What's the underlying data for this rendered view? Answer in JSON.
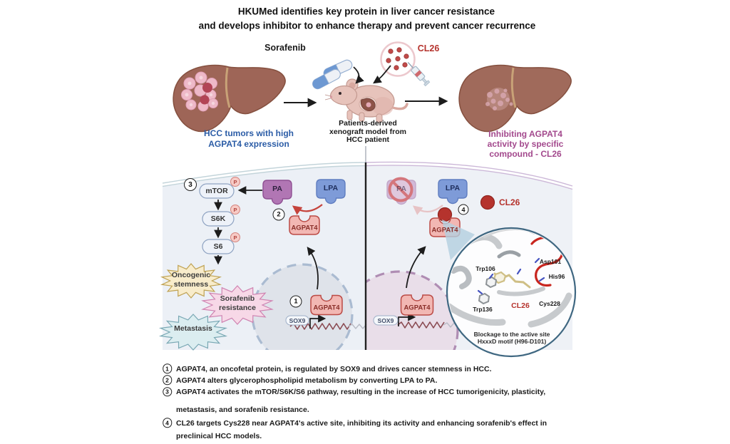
{
  "title": {
    "line1": "HKUMed identifies key protein in liver cancer resistance",
    "line2": "and develops inhibitor to enhance therapy and prevent cancer recurrence"
  },
  "top": {
    "sorafenib": "Sorafenib",
    "cl26": "CL26",
    "mouse_caption": [
      "Patients-derived",
      "xenograft model from",
      "HCC patient"
    ],
    "left_caption": [
      "HCC tumors with high",
      "AGPAT4 expression"
    ],
    "right_caption": [
      "Inhibiting AGPAT4",
      "activity by specific",
      "compound - CL26"
    ]
  },
  "left_panel": {
    "step1": "1",
    "step2": "2",
    "step3": "3",
    "mtor": "mTOR",
    "s6k": "S6K",
    "s6": "S6",
    "phospho": "P",
    "pa": "PA",
    "lpa": "LPA",
    "agpat4": "AGPAT4",
    "sox9": "SOX9",
    "oncogenic": [
      "Oncogenic",
      "stemness"
    ],
    "sorafenib_resistance": [
      "Sorafenib",
      "resistance"
    ],
    "metastasis": "Metastasis"
  },
  "right_panel": {
    "step4": "4",
    "pa": "PA",
    "lpa": "LPA",
    "cl26": "CL26",
    "agpat4": "AGPAT4",
    "sox9": "SOX9",
    "inset": {
      "trp106": "Trp106",
      "asp101": "Asp101",
      "his96": "His96",
      "trp136": "Trp136",
      "cl26": "CL26",
      "cys228": "Cys228",
      "caption1": "Blockage to the active site",
      "caption2": "HxxxD motif (H96-D101)"
    }
  },
  "notes": {
    "items": [
      {
        "num": "1",
        "line1": "AGPAT4, an oncofetal protein, is regulated by SOX9 and drives cancer stemness in HCC.",
        "line2": ""
      },
      {
        "num": "2",
        "line1": "AGPAT4 alters glycerophospholipid metabolism by converting LPA to PA.",
        "line2": ""
      },
      {
        "num": "3",
        "line1": "AGPAT4 activates the mTOR/S6K/S6 pathway, resulting in the increase of HCC tumorigenicity, plasticity,",
        "line2": "metastasis, and sorafenib resistance."
      },
      {
        "num": "4",
        "line1": "CL26 targets Cys228 near AGPAT4's active site, inhibiting its activity and enhancing sorafenib's effect in",
        "line2": "preclinical HCC models."
      }
    ]
  },
  "icons": {
    "sorafenib_drug": "capsule-pills-icon",
    "cl26_drug": "syringe-dots-icon",
    "liver_tumor": "liver-with-tumor-icon",
    "liver_treated": "liver-reduced-tumor-icon",
    "pdx_mouse": "mouse-icon",
    "prohibition": "no-sign-icon",
    "phospho": "phosphorylation-P-icon"
  },
  "colors": {
    "cl26_red": "#b5332d",
    "hcc_caption_blue": "#2b5ca6",
    "treatment_caption_purple": "#a3498d",
    "agpat4_pink": "#f2b7b3",
    "lpa_blue": "#7e9bd8",
    "pa_purple": "#b176b4",
    "panel_bg": "#ecf0f6"
  }
}
